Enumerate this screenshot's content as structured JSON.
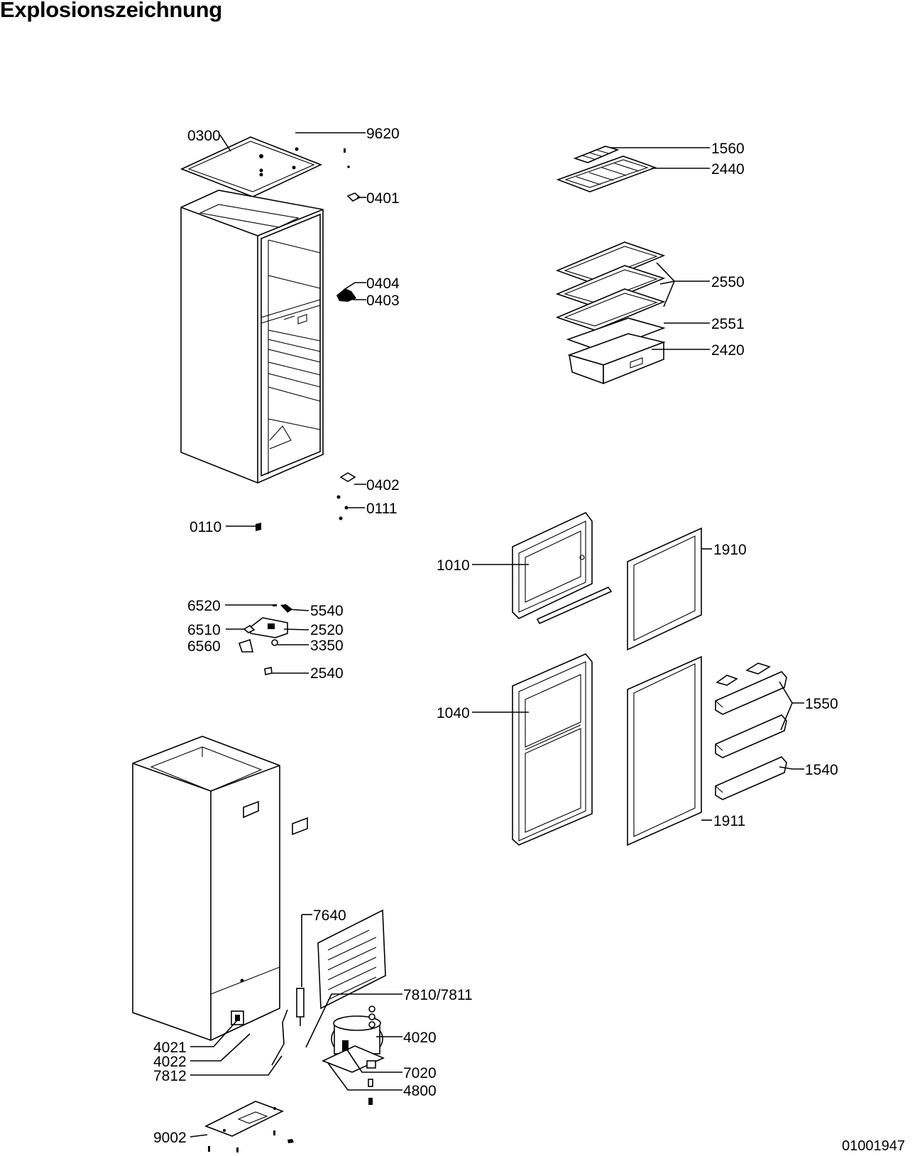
{
  "title": "Explosionszeichnung",
  "document_number": "01001947",
  "part_labels": {
    "p0300": "0300",
    "p9620": "9620",
    "p0401": "0401",
    "p0404": "0404",
    "p0403": "0403",
    "p0402": "0402",
    "p0111": "0111",
    "p0110": "0110",
    "p1560": "1560",
    "p2440": "2440",
    "p2550": "2550",
    "p2551": "2551",
    "p2420": "2420",
    "p1010": "1010",
    "p1910": "1910",
    "p1040": "1040",
    "p1550": "1550",
    "p1540": "1540",
    "p1911": "1911",
    "p6520": "6520",
    "p5540": "5540",
    "p6510": "6510",
    "p2520": "2520",
    "p6560": "6560",
    "p3350": "3350",
    "p2540": "2540",
    "p7640": "7640",
    "p7810": "7810/7811",
    "p4020": "4020",
    "p4021": "4021",
    "p4022": "4022",
    "p7812": "7812",
    "p7020": "7020",
    "p4800": "4800",
    "p9002": "9002"
  }
}
